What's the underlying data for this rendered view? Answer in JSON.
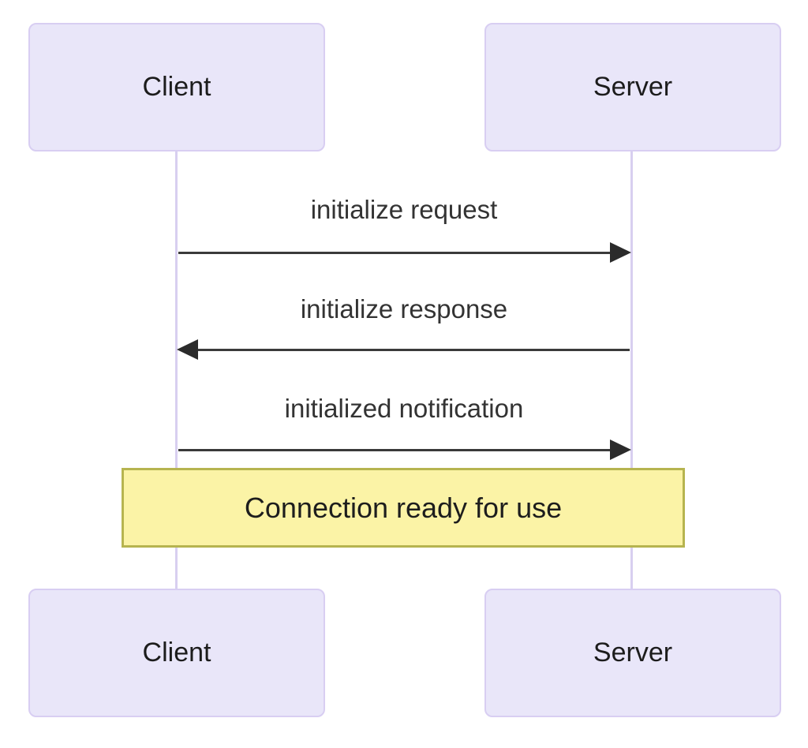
{
  "diagram": {
    "type": "sequence-diagram",
    "actors": [
      {
        "id": "client",
        "name": "Client"
      },
      {
        "id": "server",
        "name": "Server"
      }
    ],
    "messages": [
      {
        "from": "Client",
        "to": "Server",
        "label": "initialize request",
        "direction": "right",
        "line_style": "solid"
      },
      {
        "from": "Server",
        "to": "Client",
        "label": "initialize response",
        "direction": "left",
        "line_style": "solid"
      },
      {
        "from": "Client",
        "to": "Server",
        "label": "initialized notification",
        "direction": "right",
        "line_style": "solid"
      }
    ],
    "note": {
      "text": "Connection ready for use",
      "span": "over Client and Server"
    },
    "colors": {
      "background": "#ffffff",
      "actor_fill": "#e9e6f9",
      "actor_border": "#d8cef2",
      "lifeline": "#d8cff0",
      "arrow": "#333333",
      "message_text": "#333333",
      "note_fill": "#fbf3a6",
      "note_border": "#b6b44f",
      "note_text": "#1d1d1d"
    }
  }
}
